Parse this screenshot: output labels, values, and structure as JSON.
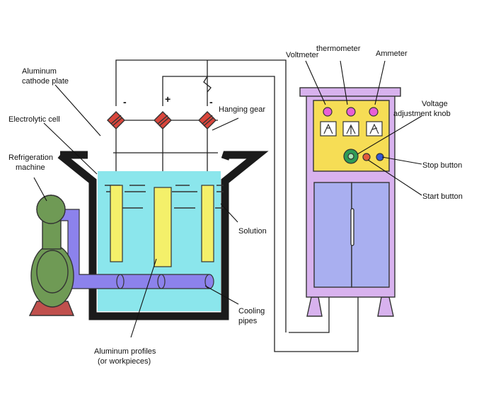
{
  "labels": {
    "aluminum_cathode_plate": [
      "Aluminum",
      "cathode plate"
    ],
    "electrolytic_cell": "Electrolytic cell",
    "refrigeration_machine": [
      "Refrigeration",
      "machine"
    ],
    "hanging_gear": "Hanging gear",
    "solution": "Solution",
    "cooling_pipes": [
      "Cooling",
      "pipes"
    ],
    "aluminum_profiles": [
      "Aluminum profiles",
      "(or workpieces)"
    ],
    "voltmeter": "Voltmeter",
    "thermometer": "thermometer",
    "ammeter": "Ammeter",
    "voltage_knob": [
      "Voltage",
      "adjustment knob"
    ],
    "stop_button": "Stop button",
    "start_button": "Start button"
  },
  "signs": {
    "left": "-",
    "middle": "+",
    "right": "-"
  },
  "colors": {
    "solution": "#8be6ec",
    "tank": "#1b1b1b",
    "electrode": "#f4f06a",
    "pipe": "#8c82ec",
    "machine": "#6f9a55",
    "machine_base": "#c0504d",
    "cabinet": "#d8b2ee",
    "panel": "#f6dd55",
    "door": "#a9aff0",
    "connector": "#d9463c",
    "meter_light": "#e85fd5",
    "knob": "#2e9b55",
    "start_button": "#e25a3c",
    "stop_button": "#3358d6"
  }
}
